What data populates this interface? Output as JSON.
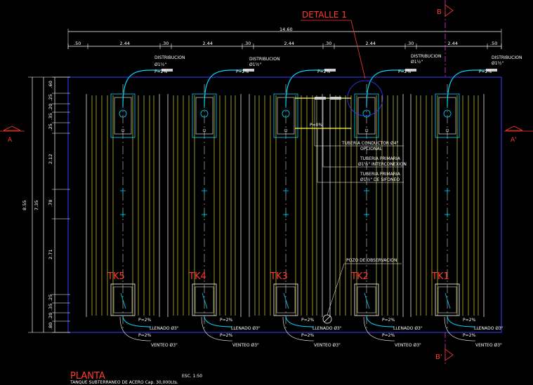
{
  "title": "PLANTA",
  "scale": "ESC. 1:50",
  "subtitle": "TANQUE SUBTERRANEO DE ACERO Cap. 30,000Lts.",
  "detail_label": "DETALLE 1",
  "section_marks": {
    "a_left": "A",
    "a_right": "A'",
    "b_top": "B",
    "b_bottom": "B'"
  },
  "overall_width": "14.60",
  "top_dims": [
    ".50",
    "2.44",
    ".30",
    "2.44",
    ".30",
    "2.44",
    ".30",
    "2.44",
    ".30",
    "2.44",
    ".50"
  ],
  "left_overall": "8.55",
  "left_inner": "7.35",
  "left_dims": [
    ".60",
    ".25",
    ".20",
    ".35",
    ".25",
    "2.12",
    ".78",
    "2.71",
    ".25",
    ".35",
    ".20",
    ".80"
  ],
  "tanks": [
    "TK5",
    "TK4",
    "TK3",
    "TK2",
    "TK1"
  ],
  "labels": {
    "distribucion": "DISTRIBUCION",
    "distribucion_size": "Ø1½\"",
    "slope_2": "P=2%",
    "slope_0": "P=0%",
    "llenado": "LLENADO Ø3\"",
    "venteo": "VENTEO Ø3\"",
    "tuberia_conductor": "TUBERIA CONDUCTOR Ø4\"",
    "opcional": "OPCIONAL",
    "tuberia_primaria": "TUBERIA PRIMARIA",
    "interconexion": "Ø1½\" INTERCONEXION",
    "sifoneo": "Ø1½\" DE SIFONEO",
    "pozo": "POZO DE OBSERVACION"
  },
  "colors": {
    "outline": "#3b3bff",
    "stripe": "#ffff55",
    "pipe": "#00d7ff",
    "red": "#ff3b2f",
    "magenta": "#ff40ff",
    "text": "#ffffff"
  }
}
